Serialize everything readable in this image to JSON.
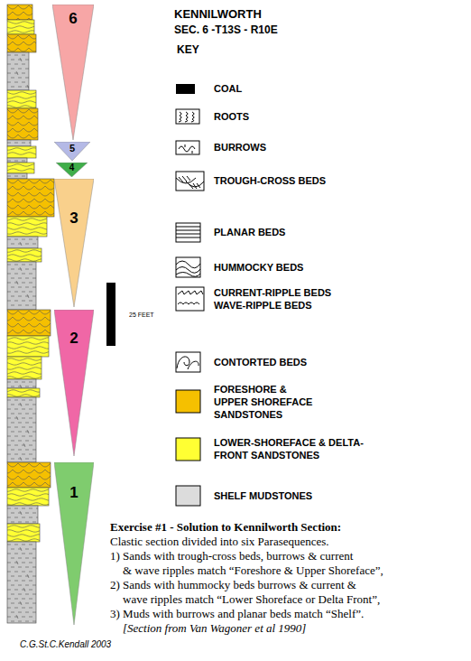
{
  "diagram": {
    "title": "KENNILWORTH",
    "caption": "Exercise #1 - Solution to Kennilworth Section:",
    "nodes": [
      {
        "text": [
          "6"
        ]
      },
      {
        "text": [
          "5"
        ]
      },
      {
        "text": [
          "4"
        ]
      },
      {
        "text": [
          "3"
        ]
      },
      {
        "text": [
          "2"
        ]
      },
      {
        "text": [
          "1"
        ]
      }
    ],
    "labels": [
      "SEC. 6 -T13S - R10E",
      "KEY",
      "25 FEET",
      "Clastic section divided into six Parasequences.",
      "1) Sands with trough-cross beds, burrows & current & wave ripples match “Foreshore & Upper Shoreface”,",
      "2) Sands with hummocky beds burrows & current & wave ripples match “Lower Shoreface or Delta Front”,",
      "3) Muds with burrows and planar beds match “Shelf”.",
      "[Section from Van Wagoner et al 1990]",
      "C.G.St.C.Kendall 2003"
    ],
    "legend": [
      {
        "text": "COAL",
        "color": "#000000"
      },
      {
        "text": "ROOTS"
      },
      {
        "text": "BURROWS"
      },
      {
        "text": "TROUGH-CROSS BEDS"
      },
      {
        "text": "PLANAR BEDS"
      },
      {
        "text": "HUMMOCKY BEDS"
      },
      {
        "text": "CURRENT-RIPPLE BEDS WAVE-RIPPLE BEDS"
      },
      {
        "text": "CONTORTED BEDS"
      },
      {
        "text": "FORESHORE & UPPER SHOREFACE SANDSTONES",
        "color": "#f5c000"
      },
      {
        "text": "LOWER-SHOREFACE & DELTA-FRONT SANDSTONES",
        "color": "#ffff33"
      },
      {
        "text": "SHELF MUDSTONES",
        "color": "#dcdcdc"
      }
    ]
  }
}
